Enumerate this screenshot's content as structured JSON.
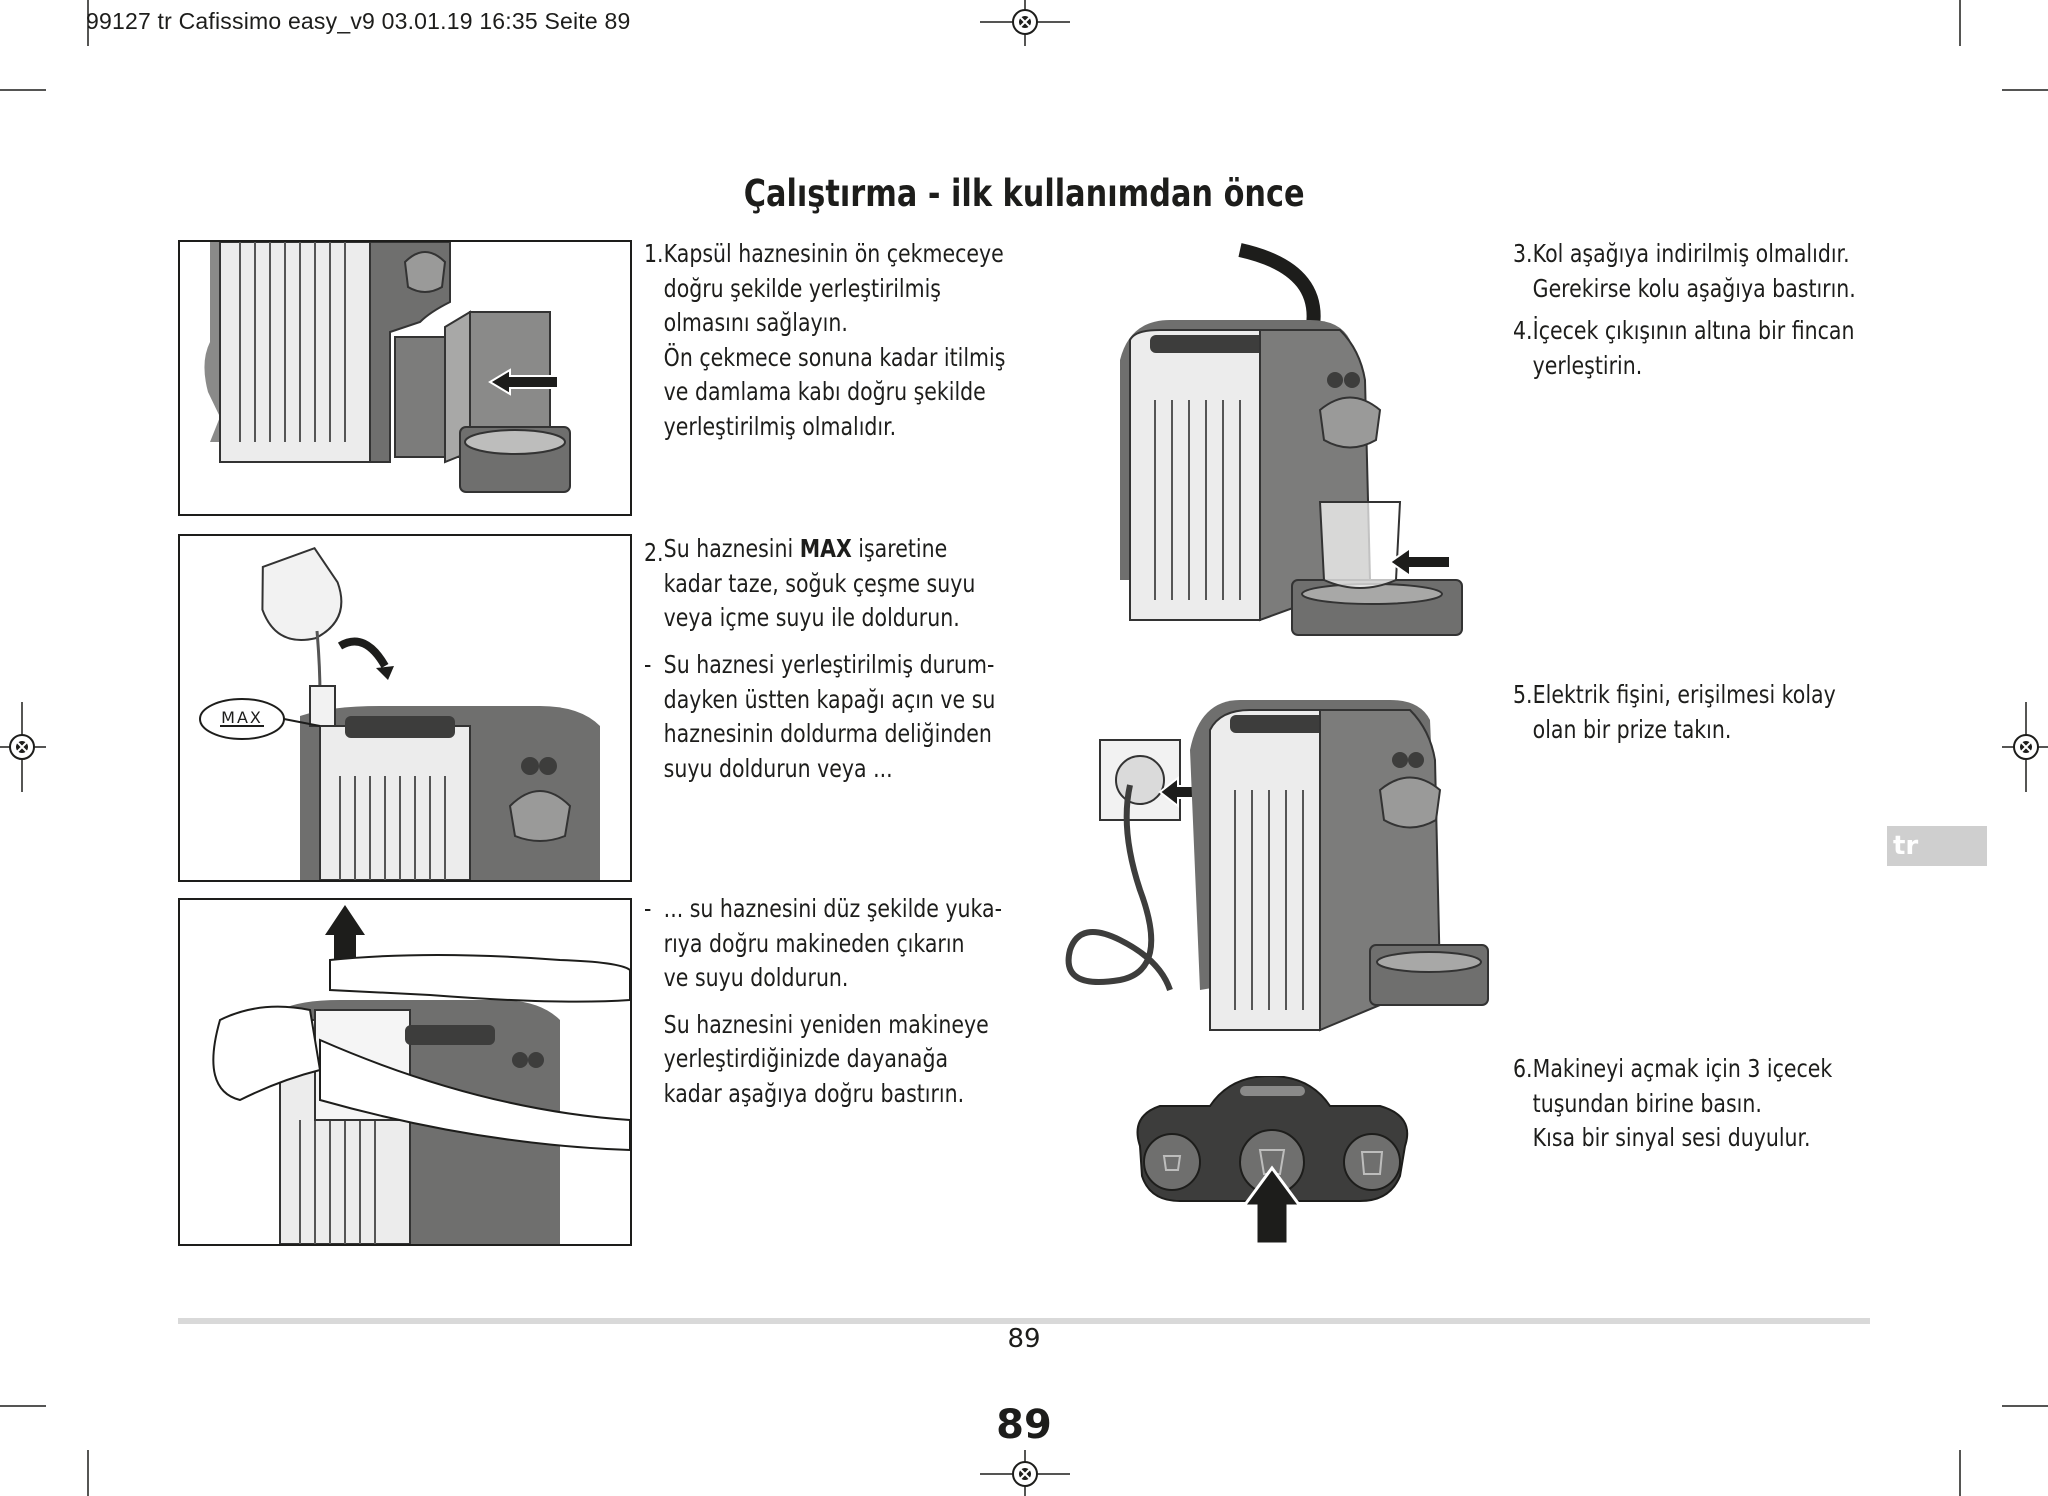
{
  "header": {
    "slug": "99127 tr Cafissimo easy_v9  03.01.19  16:35  Seite 89"
  },
  "title": "Çalıştırma - ilk kullanımdan önce",
  "steps": {
    "s1": {
      "num": "1.",
      "lines": [
        "Kapsül haznesinin ön çekmeceye",
        "doğru şekilde yerleştirilmiş",
        "olmasını sağlayın.",
        "Ön çekmece sonuna kadar itilmiş",
        "ve damlama kabı doğru şekilde",
        "yerleştirilmiş olmalıdır."
      ]
    },
    "s2": {
      "num": "2.",
      "pre": "Su haznesini ",
      "bold": "MAX",
      "post": " işaretine",
      "lines": [
        "kadar taze, soğuk çeşme suyu",
        "veya içme suyu ile doldurun."
      ]
    },
    "s2a": {
      "num": "-",
      "lines": [
        "Su haznesi yerleştirilmiş durum-",
        "dayken üstten kapağı açın ve su",
        "haznesinin doldurma deliğinden",
        "suyu doldurun veya ..."
      ]
    },
    "s2b": {
      "num": "-",
      "lines": [
        "... su haznesini düz şekilde yuka-",
        "rıya doğru makineden çıkarın",
        "ve suyu doldurun."
      ],
      "lines2": [
        "Su haznesini yeniden makineye",
        "yerleştirdiğinizde dayanağa",
        "kadar aşağıya doğru bastırın."
      ]
    },
    "s3": {
      "num": "3.",
      "lines": [
        "Kol aşağıya indirilmiş olmalıdır.",
        "Gerekirse kolu aşağıya bastırın."
      ]
    },
    "s4": {
      "num": "4.",
      "lines": [
        "İçecek çıkışının altına bir fincan",
        "yerleştirin."
      ]
    },
    "s5": {
      "num": "5.",
      "lines": [
        "Elektrik fişini, erişilmesi kolay",
        "olan bir prize takın."
      ]
    },
    "s6": {
      "num": "6.",
      "lines": [
        "Makineyi açmak için 3 içecek",
        "tuşundan birine basın.",
        "Kısa bir sinyal sesi duyulur."
      ]
    }
  },
  "figure_labels": {
    "max": "MAX"
  },
  "language_tab": "tr",
  "footer": {
    "page_small": "89",
    "page_big": "89"
  },
  "colors": {
    "text": "#1d1d1b",
    "machine_dark": "#6f6f6e",
    "machine_light": "#e6e6e6",
    "tab": "#cfcfcf",
    "rule": "#d9d9d9"
  }
}
